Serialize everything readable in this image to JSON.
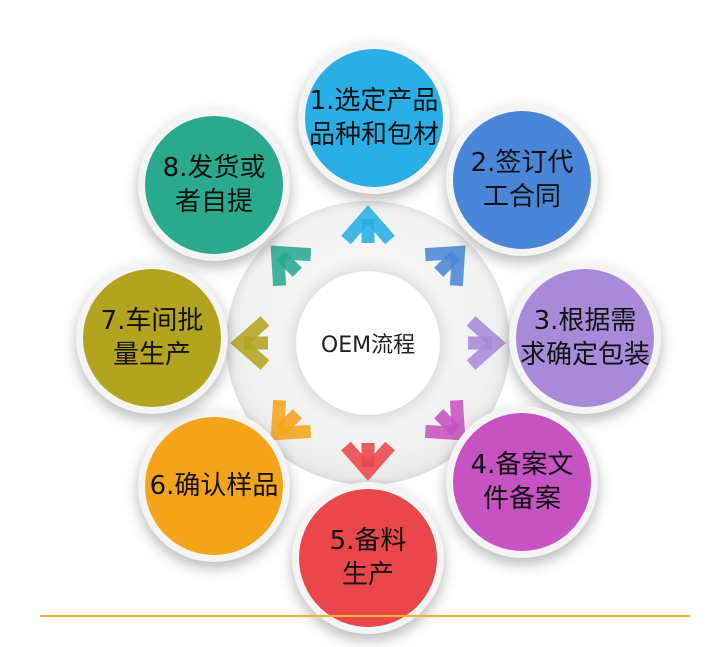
{
  "diagram": {
    "center_label": "OEM流程",
    "steps": [
      {
        "lines": [
          "1.选定产品",
          "品种和包材"
        ],
        "color": "#29aee5"
      },
      {
        "lines": [
          "2.签订代",
          "工合同"
        ],
        "color": "#4a86d8"
      },
      {
        "lines": [
          "3.根据需",
          "求确定包装"
        ],
        "color": "#a98ad9"
      },
      {
        "lines": [
          "4.备案文",
          "件备案"
        ],
        "color": "#c752c2"
      },
      {
        "lines": [
          "5.备料",
          "生产"
        ],
        "color": "#e9474b"
      },
      {
        "lines": [
          "6.确认样品"
        ],
        "color": "#f4a419"
      },
      {
        "lines": [
          "7.车间批",
          "量生产"
        ],
        "color": "#b3a420"
      },
      {
        "lines": [
          "8.发货或",
          "者自提"
        ],
        "color": "#2aa98f"
      }
    ],
    "arrow_colors": [
      "#29aee5",
      "#4a86d8",
      "#a98ad9",
      "#c752c2",
      "#e9474b",
      "#f4a419",
      "#b3a420",
      "#2aa98f"
    ],
    "rule_color": "#f2b134"
  }
}
